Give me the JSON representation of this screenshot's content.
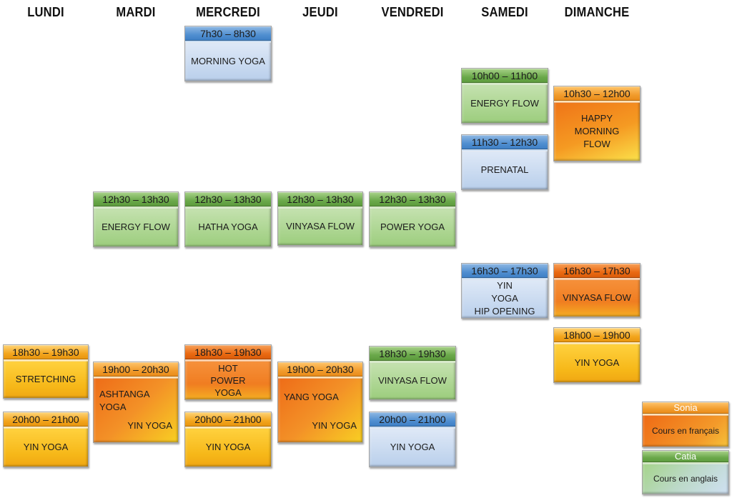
{
  "days": [
    "LUNDI",
    "MARDI",
    "MERCREDI",
    "JEUDI",
    "VENDREDI",
    "SAMEDI",
    "DIMANCHE"
  ],
  "classes": [
    {
      "day": "MERCREDI",
      "time": "7h30 – 8h30",
      "name": "MORNING YOGA",
      "theme": "blue"
    },
    {
      "day": "SAMEDI",
      "time": "10h00 – 11h00",
      "name": "ENERGY FLOW",
      "theme": "green"
    },
    {
      "day": "DIMANCHE",
      "time": "10h30 – 12h00",
      "name_lines": [
        "HAPPY",
        "MORNING",
        "FLOW"
      ],
      "theme": "happy"
    },
    {
      "day": "SAMEDI",
      "time": "11h30 – 12h30",
      "name": "PRENATAL",
      "theme": "blue"
    },
    {
      "day": "MARDI",
      "time": "12h30 – 13h30",
      "name": "ENERGY FLOW",
      "theme": "green"
    },
    {
      "day": "MERCREDI",
      "time": "12h30 – 13h30",
      "name": "HATHA YOGA",
      "theme": "green"
    },
    {
      "day": "JEUDI",
      "time": "12h30 – 13h30",
      "name": "VINYASA FLOW",
      "theme": "green"
    },
    {
      "day": "VENDREDI",
      "time": "12h30 – 13h30",
      "name": "POWER YOGA",
      "theme": "green"
    },
    {
      "day": "SAMEDI",
      "time": "16h30 – 17h30",
      "name_lines": [
        "YIN",
        "YOGA",
        "HIP OPENING"
      ],
      "theme": "blue"
    },
    {
      "day": "DIMANCHE",
      "time": "16h30 – 17h30",
      "name": "VINYASA FLOW",
      "theme": "orange"
    },
    {
      "day": "DIMANCHE",
      "time": "18h00 – 19h00",
      "name": "YIN YOGA",
      "theme": "yellow"
    },
    {
      "day": "LUNDI",
      "time": "18h30 – 19h30",
      "name": "STRETCHING",
      "theme": "yellow"
    },
    {
      "day": "MARDI",
      "time": "19h00 – 20h30",
      "name_top": "ASHTANGA YOGA",
      "name_bottom": "YIN YOGA",
      "theme": "orange-y"
    },
    {
      "day": "MERCREDI",
      "time": "18h30 – 19h30",
      "name_lines": [
        "HOT",
        "POWER",
        "YOGA"
      ],
      "theme": "orange"
    },
    {
      "day": "JEUDI",
      "time": "19h00 – 20h30",
      "name_top": "YANG YOGA",
      "name_bottom": "YIN YOGA",
      "theme": "orange-y"
    },
    {
      "day": "VENDREDI",
      "time": "18h30 – 19h30",
      "name": "VINYASA FLOW",
      "theme": "green"
    },
    {
      "day": "LUNDI",
      "time": "20h00 – 21h00",
      "name": "YIN YOGA",
      "theme": "yellow"
    },
    {
      "day": "MERCREDI",
      "time": "20h00 – 21h00",
      "name": "YIN YOGA",
      "theme": "yellow"
    },
    {
      "day": "VENDREDI",
      "time": "20h00 – 21h00",
      "name": "YIN YOGA",
      "theme": "blue"
    }
  ],
  "legend": [
    {
      "teacher": "Sonia",
      "label": "Cours en français",
      "theme": "legend-fr"
    },
    {
      "teacher": "Catia",
      "label": "Cours en anglais",
      "theme": "legend-en"
    }
  ]
}
